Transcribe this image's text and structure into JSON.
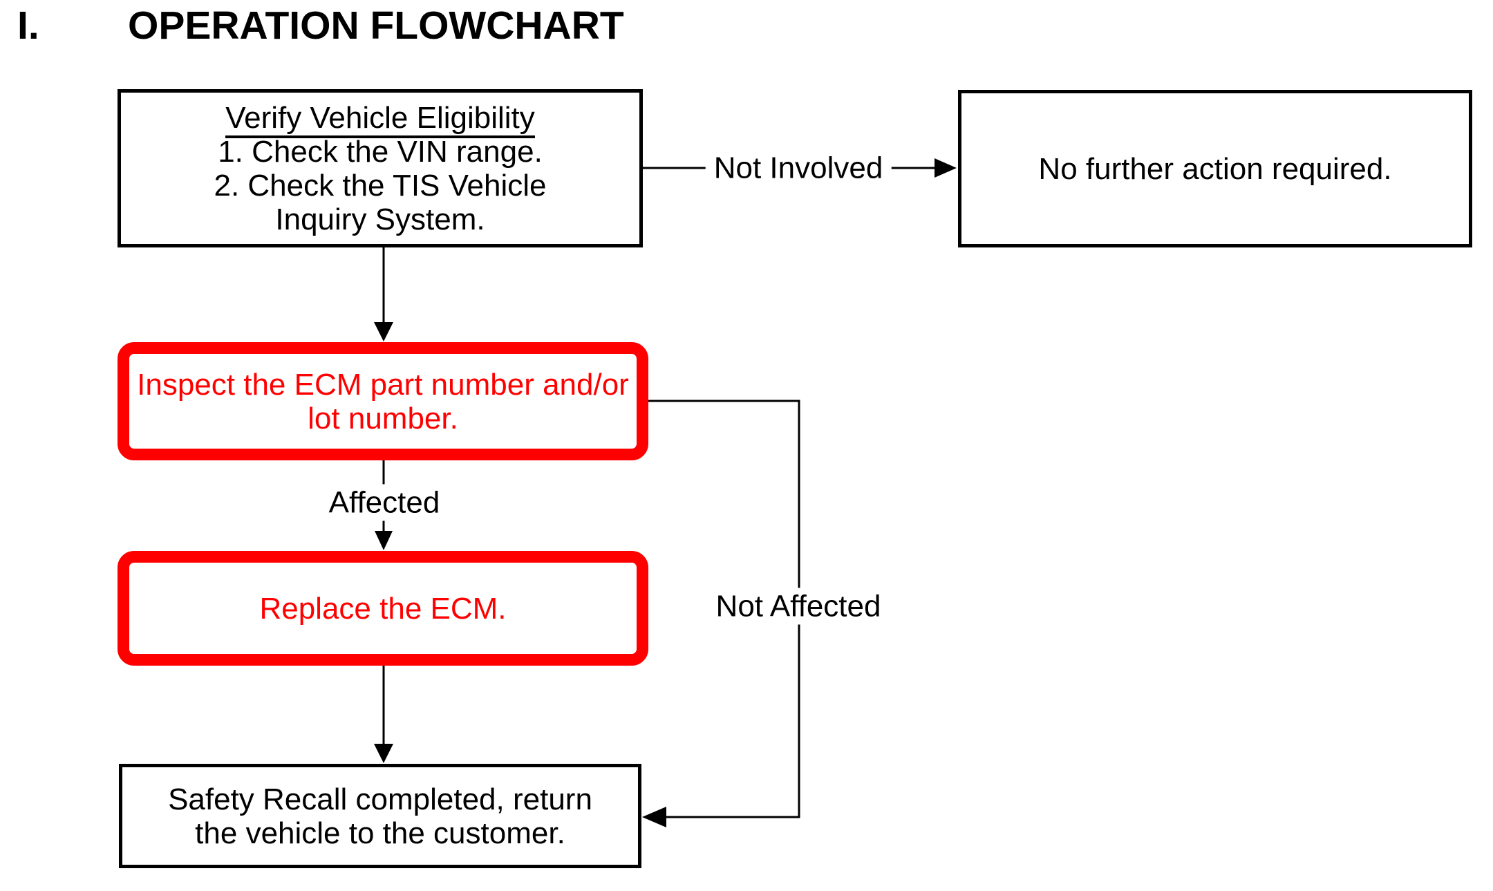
{
  "title": {
    "numeral": "I.",
    "heading": "OPERATION FLOWCHART"
  },
  "colors": {
    "accent_red": "#FF0000",
    "line_black": "#000000",
    "background": "#FFFFFF"
  },
  "nodes": {
    "verify": {
      "heading": "Verify Vehicle Eligibility",
      "items": [
        "1. Check the VIN range.",
        "2. Check the TIS Vehicle",
        "Inquiry System."
      ]
    },
    "no_action": {
      "lines": [
        "No further action required."
      ]
    },
    "inspect": {
      "lines": [
        "Inspect the ECM part number and/or",
        "lot number."
      ]
    },
    "replace": {
      "lines": [
        "Replace the ECM."
      ]
    },
    "safety": {
      "lines": [
        "Safety Recall completed, return",
        "the vehicle to the customer."
      ]
    }
  },
  "edges": {
    "not_involved": {
      "label": "Not Involved"
    },
    "affected": {
      "label": "Affected"
    },
    "not_affected": {
      "label": "Not Affected"
    }
  }
}
